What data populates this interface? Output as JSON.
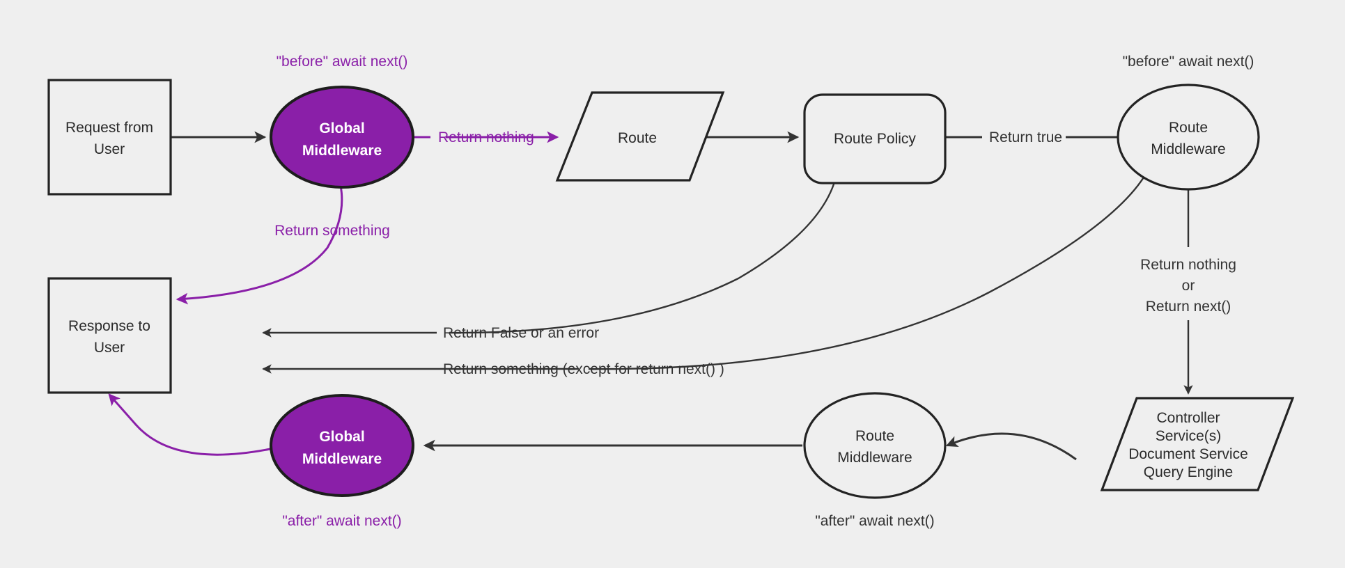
{
  "diagram": {
    "title": "Request / Middleware Pipeline Flow",
    "background_color": "#efefef",
    "accent_color": "#8a1fa8",
    "line_color": "#333333",
    "text_color": "#2b2b2b",
    "nodes": {
      "request": {
        "line1": "Request from",
        "line2": "User",
        "shape": "rectangle"
      },
      "global_middleware_top": {
        "line1": "Global",
        "line2": "Middleware",
        "shape": "ellipse",
        "fill": "#8a1fa8"
      },
      "route": {
        "line1": "Route",
        "shape": "parallelogram"
      },
      "route_policy": {
        "line1": "Route Policy",
        "shape": "rounded-rectangle"
      },
      "route_middleware_top": {
        "line1": "Route",
        "line2": "Middleware",
        "shape": "ellipse"
      },
      "controller": {
        "line1": "Controller",
        "line2": "Service(s)",
        "line3": "Document Service",
        "line4": "Query Engine",
        "shape": "parallelogram"
      },
      "route_middleware_bottom": {
        "line1": "Route",
        "line2": "Middleware",
        "shape": "ellipse"
      },
      "global_middleware_bottom": {
        "line1": "Global",
        "line2": "Middleware",
        "shape": "ellipse",
        "fill": "#8a1fa8"
      },
      "response": {
        "line1": "Response to",
        "line2": "User",
        "shape": "rectangle"
      }
    },
    "notes": {
      "before_global": "\"before\" await next()",
      "before_route_mw": "\"before\" await next()",
      "after_global": "\"after\" await next()",
      "after_route_mw": "\"after\" await next()"
    },
    "edge_labels": {
      "return_nothing_global": "Return nothing",
      "return_something_global": "Return something",
      "return_true": "Return true",
      "return_nothing_or_next_1": "Return nothing",
      "return_nothing_or_next_2": "or",
      "return_nothing_or_next_3": "Return next()",
      "return_false_or_error": "Return False or an error",
      "return_something_except_next": "Return something (except for return next() )"
    }
  }
}
